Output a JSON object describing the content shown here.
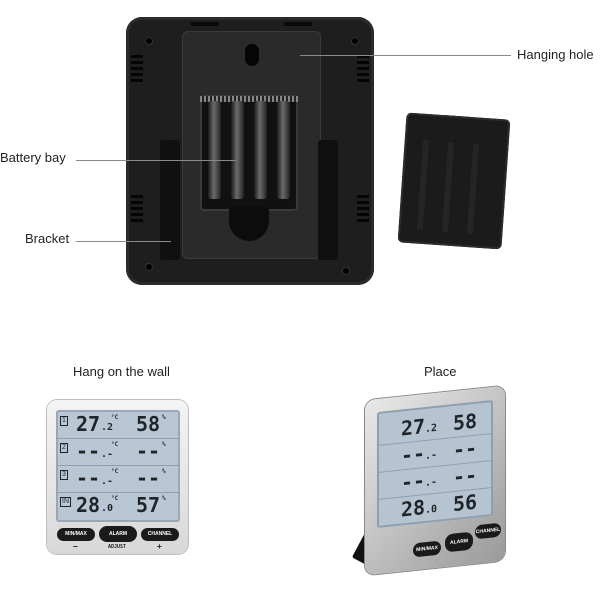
{
  "labels": {
    "hanging_hole": "Hanging hole",
    "battery_bay": "Battery bay",
    "bracket": "Bracket",
    "hang_on_wall": "Hang on the wall",
    "place": "Place"
  },
  "wall_unit": {
    "rows": [
      {
        "channel": "1",
        "temp_int": "27",
        "temp_dec": ".2",
        "unit": "°C",
        "humidity": "58",
        "hum_unit": "%"
      },
      {
        "channel": "2",
        "temp_int": "--",
        "temp_dec": ".-",
        "unit": "°C",
        "humidity": "--",
        "hum_unit": "%"
      },
      {
        "channel": "3",
        "temp_int": "--",
        "temp_dec": ".-",
        "unit": "°C",
        "humidity": "--",
        "hum_unit": "%"
      },
      {
        "channel": "IN",
        "temp_int": "28",
        "temp_dec": ".0",
        "unit": "°C",
        "humidity": "57",
        "hum_unit": "%"
      }
    ],
    "buttons": {
      "minmax": "MIN/MAX",
      "alarm": "ALARM",
      "channel": "CHANNEL"
    },
    "adjust": {
      "minus": "−",
      "label": "ADJUST",
      "plus": "+"
    }
  },
  "placed_unit": {
    "rows": [
      {
        "temp_int": "27",
        "temp_dec": ".2",
        "humidity": "58"
      },
      {
        "temp_int": "--",
        "temp_dec": ".-",
        "humidity": "--"
      },
      {
        "temp_int": "--",
        "temp_dec": ".-",
        "humidity": "--"
      },
      {
        "temp_int": "28",
        "temp_dec": ".0",
        "humidity": "56"
      }
    ],
    "buttons": {
      "minmax": "MIN/MAX",
      "alarm": "ALARM",
      "channel": "CHANNEL"
    }
  },
  "colors": {
    "case": "#1e1e1e",
    "lcd": "#b9c7d4",
    "frame": "#dcdcdc"
  }
}
